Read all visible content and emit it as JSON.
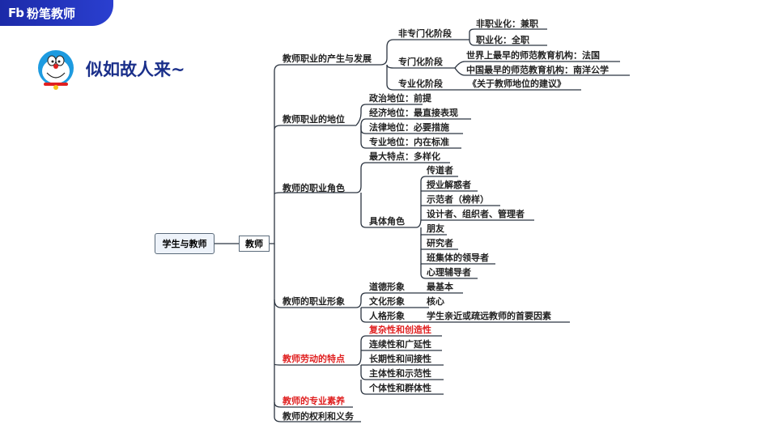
{
  "header": {
    "brand_logo": "Fb",
    "brand_name": "粉笔教师",
    "slogan": "似如故人来~"
  },
  "mindmap": {
    "root": "学生与教师",
    "center": "教师",
    "generation": {
      "label": "教师职业的产生与发展",
      "non_prof": {
        "label": "非专门化阶段",
        "items": [
          "非职业化：兼职",
          "职业化：全职"
        ]
      },
      "specialized": {
        "label": "专门化阶段",
        "items": [
          "世界上最早的师范教育机构：法国",
          "中国最早的师范教育机构：南洋公学"
        ]
      },
      "professional": {
        "label": "专业化阶段",
        "item": "《关于教师地位的建议》"
      }
    },
    "status": {
      "label": "教师职业的地位",
      "items": [
        "政治地位：前提",
        "经济地位：最直接表现",
        "法律地位：必要措施",
        "专业地位：内在标准"
      ]
    },
    "role": {
      "label": "教师的职业角色",
      "feature": "最大特点：多样化",
      "specific": {
        "label": "具体角色",
        "items": [
          "传道者",
          "授业解惑者",
          "示范者（榜样）",
          "设计者、组织者、管理者",
          "朋友",
          "研究者",
          "班集体的领导者",
          "心理辅导者"
        ]
      }
    },
    "image": {
      "label": "教师的职业形象",
      "items": [
        {
          "name": "道德形象",
          "value": "最基本"
        },
        {
          "name": "文化形象",
          "value": "核心"
        },
        {
          "name": "人格形象",
          "value": "学生亲近或疏远教师的首要因素"
        }
      ]
    },
    "labor": {
      "label": "教师劳动的特点",
      "items": [
        "复杂性和创造性",
        "连续性和广延性",
        "长期性和间接性",
        "主体性和示范性",
        "个体性和群体性"
      ]
    },
    "quality": {
      "label": "教师的专业素养"
    },
    "rights": {
      "label": "教师的权利和义务"
    }
  },
  "colors": {
    "brand": "#2233b8",
    "line": "#2b3440",
    "accent_red": "#e02020",
    "slogan": "#1a2f8a"
  }
}
